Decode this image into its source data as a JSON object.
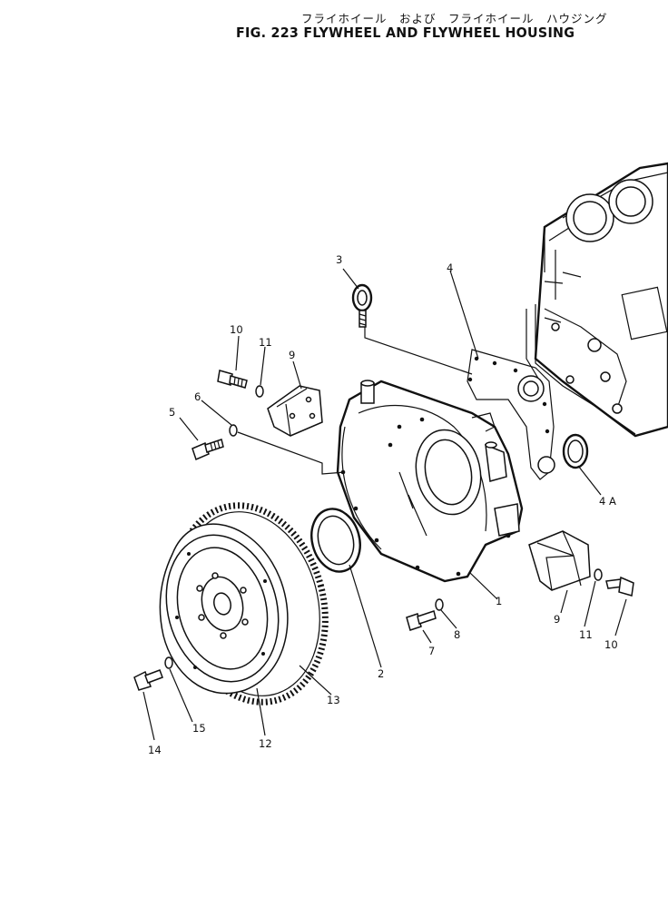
{
  "header": {
    "title_jp": "フライホイール　および　フライホイール　ハウジング",
    "title_en": "FIG. 223  FLYWHEEL  AND  FLYWHEEL  HOUSING"
  },
  "callouts": {
    "c1": "1",
    "c2": "2",
    "c3": "3",
    "c4": "4",
    "c4a": "4 A",
    "c5": "5",
    "c6": "6",
    "c7": "7",
    "c8": "8",
    "c9a": "9",
    "c9b": "9",
    "c10a": "10",
    "c10b": "10",
    "c11a": "11",
    "c11b": "11",
    "c12": "12",
    "c13": "13",
    "c14": "14",
    "c15": "15"
  }
}
